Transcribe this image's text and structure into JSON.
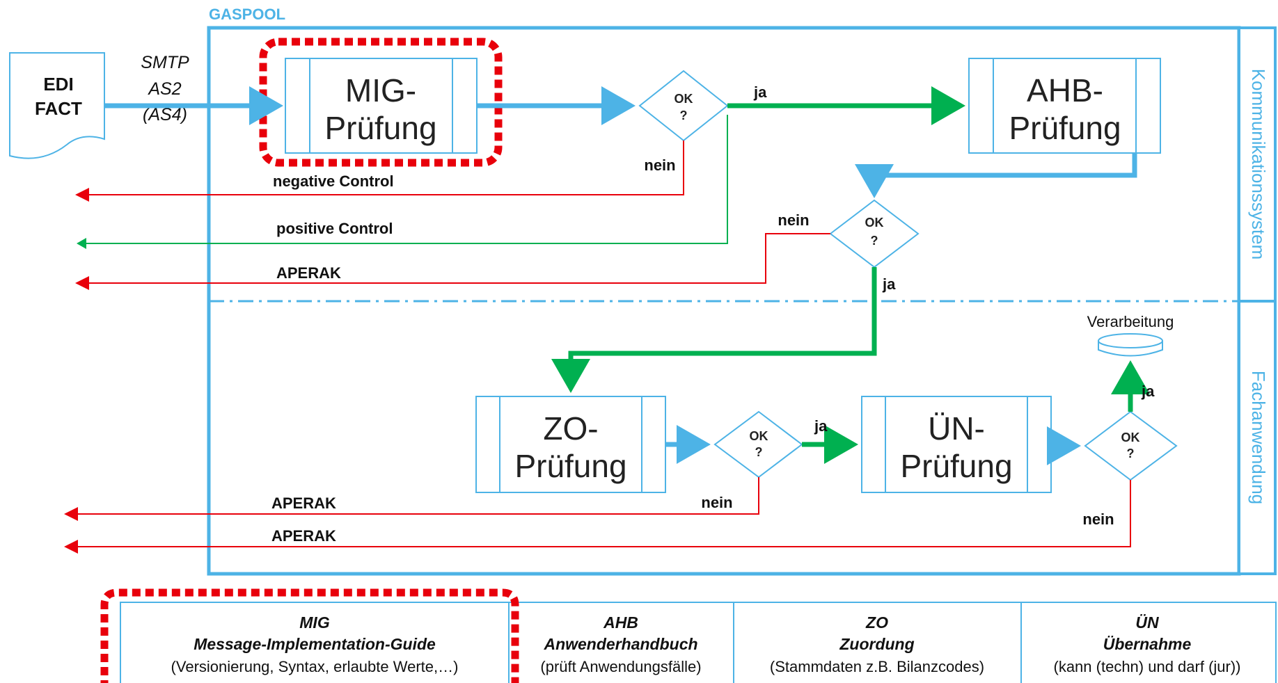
{
  "colors": {
    "blue": "#4DB3E6",
    "green": "#00B050",
    "red": "#E8000B",
    "text": "#1a1a1a"
  },
  "org_label": "GASPOOL",
  "edifact": {
    "line1": "EDI",
    "line2": "FACT"
  },
  "protocols": {
    "p1": "SMTP",
    "p2": "AS2",
    "p3": "(AS4)"
  },
  "boxes": {
    "mig": {
      "line1": "MIG-",
      "line2": "Prüfung"
    },
    "ahb": {
      "line1": "AHB-",
      "line2": "Prüfung"
    },
    "zo": {
      "line1": "ZO-",
      "line2": "Prüfung"
    },
    "un": {
      "line1": "ÜN-",
      "line2": "Prüfung"
    }
  },
  "decision": {
    "line1": "OK",
    "line2": "?"
  },
  "labels": {
    "yes": "ja",
    "no": "nein",
    "negative_control": "negative Control",
    "positive_control": "positive Control",
    "aperak": "APERAK",
    "processing": "Verarbeitung"
  },
  "side_labels": {
    "communication": "Kommunikationssystem",
    "application": "Fachanwendung"
  },
  "legend": [
    {
      "abbr": "MIG",
      "title": "Message-Implementation-Guide",
      "desc": "(Versionierung, Syntax, erlaubte Werte,…)"
    },
    {
      "abbr": "AHB",
      "title": "Anwenderhandbuch",
      "desc": "(prüft Anwendungsfälle)"
    },
    {
      "abbr": "ZO",
      "title": "Zuordung",
      "desc": "(Stammdaten z.B. Bilanzcodes)"
    },
    {
      "abbr": "ÜN",
      "title": "Übernahme",
      "desc": "(kann (techn) und darf (jur))"
    }
  ]
}
